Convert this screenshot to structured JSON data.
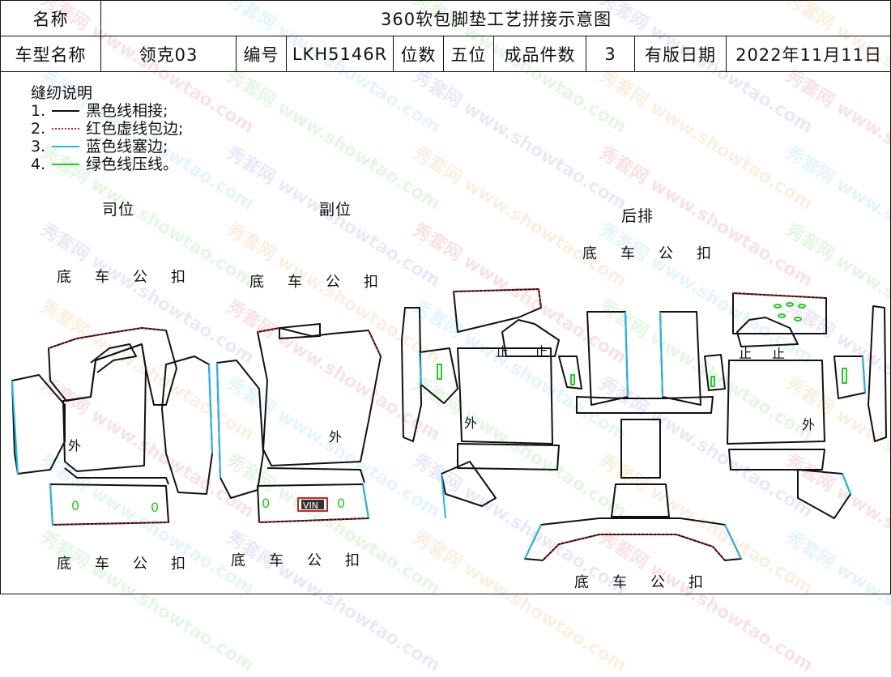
{
  "header": {
    "name_label": "名称",
    "title": "360软包脚垫工艺拼接示意图",
    "model_label": "车型名称",
    "model_value": "领克03",
    "code_label": "编号",
    "code_value": "LKH5146R",
    "seats_label": "位数",
    "seats_value": "五位",
    "count_label": "成品件数",
    "count_value": "3",
    "date_label": "有版日期",
    "date_value": "2022年11月11日"
  },
  "legend": {
    "title": "缝纫说明",
    "items": [
      {
        "num": "1.",
        "text": "黑色线相接;",
        "color": "#111111",
        "style": "solid"
      },
      {
        "num": "2.",
        "text": "红色虚线包边;",
        "color": "#d42020",
        "style": "dotted"
      },
      {
        "num": "3.",
        "text": "蓝色线塞边;",
        "color": "#22b8e8",
        "style": "solid"
      },
      {
        "num": "4.",
        "text": "绿色线压线。",
        "color": "#22cc22",
        "style": "solid"
      }
    ]
  },
  "sections": {
    "driver": "司位",
    "passenger": "副位",
    "rear": "后排"
  },
  "buckle_chars": [
    "底",
    "车",
    "公",
    "扣"
  ],
  "marks": {
    "outside": "外",
    "stop": "止",
    "zero": "0",
    "vin": "VIN"
  },
  "watermark": {
    "cn": "秀套网",
    "url": "www.showtao.com"
  },
  "colors": {
    "black": "#111111",
    "red": "#d42020",
    "blue": "#22b8e8",
    "green": "#22cc22"
  }
}
